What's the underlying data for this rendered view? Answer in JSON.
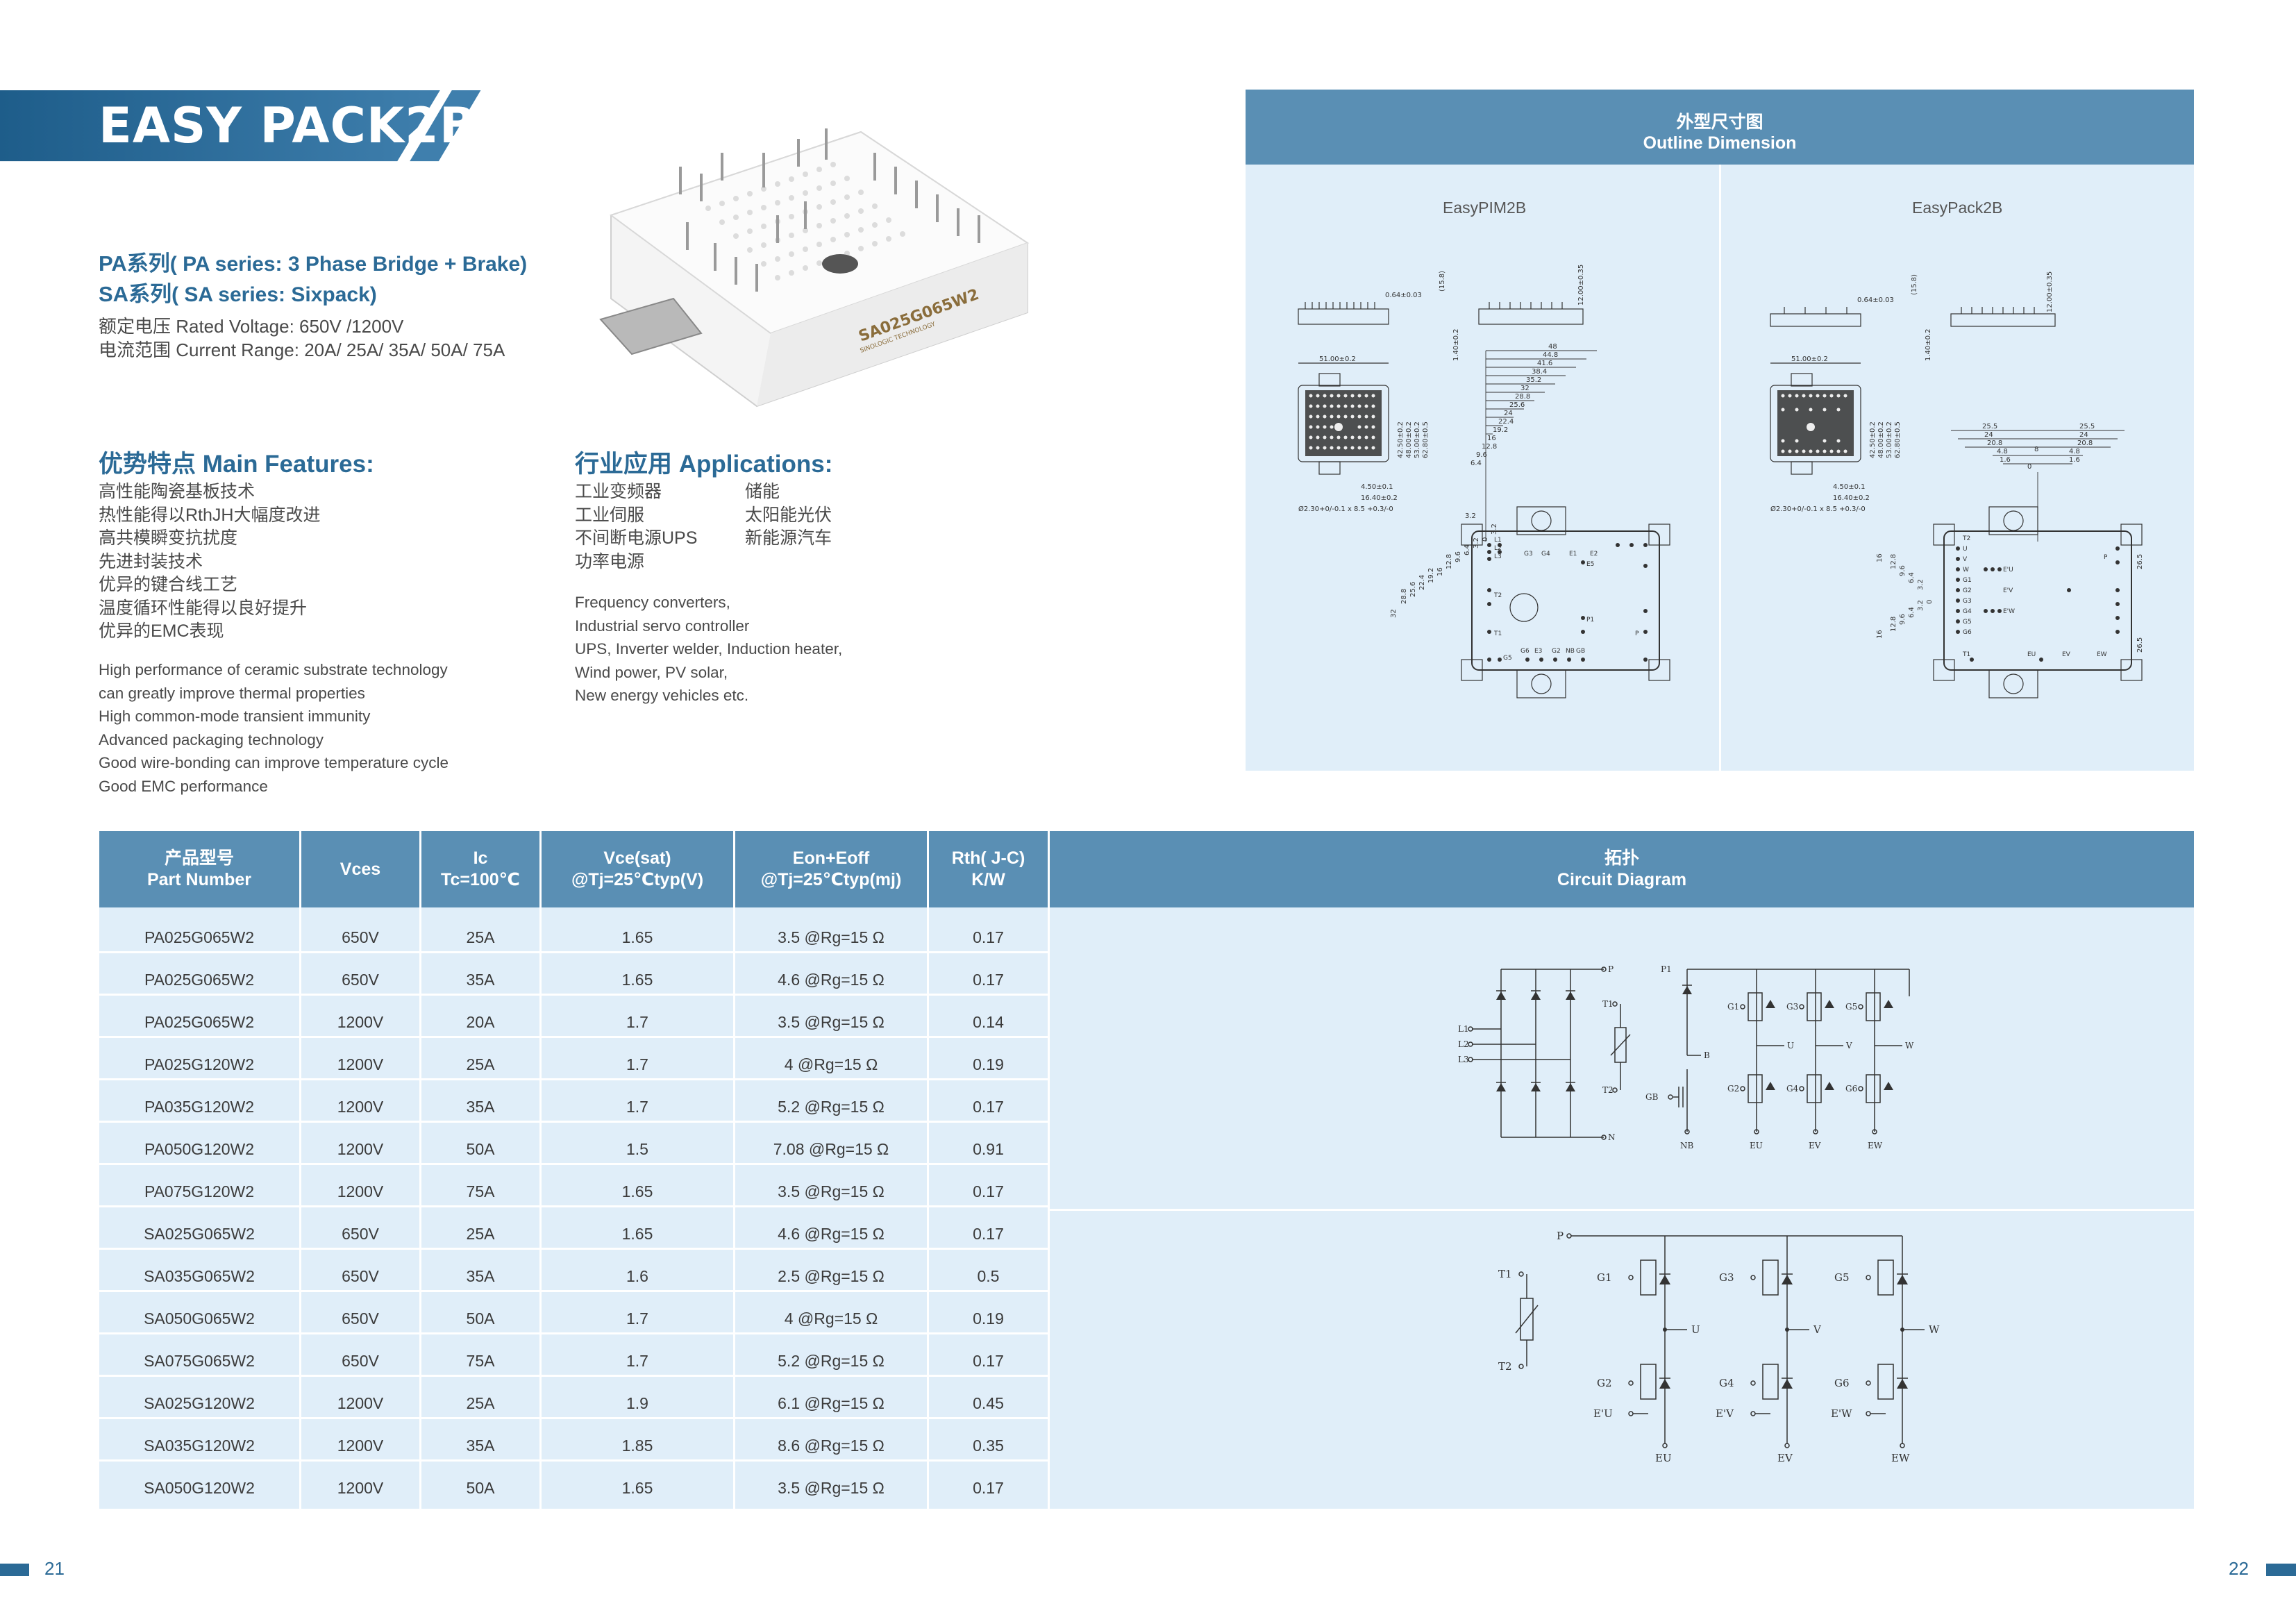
{
  "title": "EASY PACK2B",
  "series": [
    {
      "cn": "PA系列",
      "en": "( PA series: 3 Phase Bridge + Brake)"
    },
    {
      "cn": "SA系列",
      "en": "( SA series: Sixpack)"
    }
  ],
  "specs": [
    "额定电压 Rated Voltage:  650V /1200V",
    "电流范围 Current Range: 20A/ 25A/ 35A/ 50A/ 75A"
  ],
  "product_marking": {
    "part": "SA025G065W2",
    "sub": "SINOLOGIC TECHNOLOGY"
  },
  "features": {
    "title": "优势特点 Main Features:",
    "cn": [
      "高性能陶瓷基板技术",
      "热性能得以RthJH大幅度改进",
      "高共模瞬变抗扰度",
      "先进封装技术",
      "优异的键合线工艺",
      "温度循环性能得以良好提升",
      "优异的EMC表现"
    ],
    "en": [
      "High  performance  of  ceramic  substrate  technology",
      "can greatly improve thermal properties",
      "High common-mode transient immunity",
      "Advanced packaging technology",
      "Good wire-bonding can improve temperature cycle",
      "Good EMC performance"
    ]
  },
  "applications": {
    "title": "行业应用 Applications:",
    "cn_col1": [
      "工业变频器",
      "工业伺服",
      "不间断电源UPS",
      "功率电源"
    ],
    "cn_col2": [
      "储能",
      "太阳能光伏",
      "新能源汽车"
    ],
    "en": [
      "Frequency converters,",
      "Industrial servo controller",
      "UPS, Inverter welder, Induction heater,",
      "Wind power, PV solar,",
      "New energy vehicles etc."
    ]
  },
  "outline": {
    "title_cn": "外型尺寸图",
    "title_en": "Outline Dimension",
    "left_label": "EasyPIM2B",
    "right_label": "EasyPack2B",
    "dims": {
      "top1": "0.64±0.03",
      "top2": "(15.8)",
      "top3": "12.00±0.35",
      "top4": "1.40±0.2",
      "w51": "51.00±0.2",
      "h4": "4.50±0.1",
      "h16": "16.40±0.2",
      "pin": "Ø2.30+0/-0.1  x  8.5  +0.3/-0",
      "v1": "42.50±0.2",
      "v2": "48.00±0.2",
      "v3": "53.00±0.2",
      "v4": "62.80±0.5",
      "pim_right": [
        "48",
        "44.8",
        "41.6",
        "38.4",
        "35.2",
        "32",
        "28.8",
        "25.6",
        "24",
        "22.4",
        "19.2",
        "16",
        "12.8",
        "9.6",
        "6.4",
        "3.2"
      ],
      "pim_left": [
        "3.2",
        "0",
        "3.2",
        "6.4",
        "9.6",
        "12.8",
        "16",
        "19.2",
        "22.4",
        "25.6",
        "28.8",
        "32"
      ],
      "pack_top": [
        "25.5",
        "24",
        "20.8",
        "4.8",
        "1.6",
        "25.5",
        "24",
        "20.8",
        "4.8",
        "1.6",
        "8",
        "0"
      ],
      "pack_left": [
        "16",
        "12.8",
        "9.6",
        "6.4",
        "3.2",
        "0",
        "3.2",
        "6.4",
        "9.6",
        "12.8",
        "16"
      ],
      "pack_right": [
        "26.5",
        "26.5"
      ]
    },
    "pin_labels_pim": [
      "L1",
      "L2",
      "L3",
      "G3",
      "G4",
      "E1",
      "E2",
      "G5",
      "G6",
      "E3",
      "G2",
      "NB",
      "GB",
      "T1",
      "T2",
      "E5",
      "P1",
      "P"
    ],
    "pin_labels_pack": [
      "T2",
      "U",
      "V",
      "W",
      "G1",
      "G2",
      "G3",
      "G4",
      "G5",
      "G6",
      "E'U",
      "E'V",
      "E'W",
      "T1",
      "P",
      "EU",
      "EV",
      "EW"
    ]
  },
  "table": {
    "headers": [
      {
        "cn": "产品型号",
        "en": "Part Number"
      },
      {
        "cn": "Vces",
        "en": ""
      },
      {
        "cn": "Ic",
        "en": "Tc=100℃"
      },
      {
        "cn": "Vce(sat)",
        "en": "@Tj=25℃typ(V)"
      },
      {
        "cn": "Eon+Eoff",
        "en": "@Tj=25℃typ(mj)"
      },
      {
        "cn": "Rth( J-C)",
        "en": "K/W"
      },
      {
        "cn": "拓扑",
        "en": "Circuit Diagram"
      }
    ],
    "rows": [
      [
        "PA025G065W2",
        "650V",
        "25A",
        "1.65",
        "3.5 @Rg=15 Ω",
        "0.17"
      ],
      [
        "PA025G065W2",
        "650V",
        "35A",
        "1.65",
        "4.6 @Rg=15 Ω",
        "0.17"
      ],
      [
        "PA025G065W2",
        "1200V",
        "20A",
        "1.7",
        "3.5 @Rg=15 Ω",
        "0.14"
      ],
      [
        "PA025G120W2",
        "1200V",
        "25A",
        "1.7",
        "4 @Rg=15 Ω",
        "0.19"
      ],
      [
        "PA035G120W2",
        "1200V",
        "35A",
        "1.7",
        "5.2 @Rg=15 Ω",
        "0.17"
      ],
      [
        "PA050G120W2",
        "1200V",
        "50A",
        "1.5",
        "7.08 @Rg=15 Ω",
        "0.91"
      ],
      [
        "PA075G120W2",
        "1200V",
        "75A",
        "1.65",
        "3.5 @Rg=15 Ω",
        "0.17"
      ],
      [
        "SA025G065W2",
        "650V",
        "25A",
        "1.65",
        "4.6 @Rg=15 Ω",
        "0.17"
      ],
      [
        "SA035G065W2",
        "650V",
        "35A",
        "1.6",
        "2.5 @Rg=15 Ω",
        "0.5"
      ],
      [
        "SA050G065W2",
        "650V",
        "50A",
        "1.7",
        "4 @Rg=15 Ω",
        "0.19"
      ],
      [
        "SA075G065W2",
        "650V",
        "75A",
        "1.7",
        "5.2 @Rg=15 Ω",
        "0.17"
      ],
      [
        "SA025G120W2",
        "1200V",
        "25A",
        "1.9",
        "6.1 @Rg=15 Ω",
        "0.45"
      ],
      [
        "SA035G120W2",
        "1200V",
        "35A",
        "1.85",
        "8.6 @Rg=15 Ω",
        "0.35"
      ],
      [
        "SA050G120W2",
        "1200V",
        "50A",
        "1.65",
        "3.5 @Rg=15 Ω",
        "0.17"
      ]
    ]
  },
  "circuit_pa": {
    "labels": {
      "P": "P",
      "P1": "P1",
      "N": "N",
      "L1": "L1",
      "L2": "L2",
      "L3": "L3",
      "T1": "T1",
      "T2": "T2",
      "B": "B",
      "GB": "GB",
      "NB": "NB",
      "G1": "G1",
      "G2": "G2",
      "G3": "G3",
      "G4": "G4",
      "G5": "G5",
      "G6": "G6",
      "U": "U",
      "V": "V",
      "W": "W",
      "EU": "EU",
      "EV": "EV",
      "EW": "EW"
    }
  },
  "circuit_sa": {
    "labels": {
      "P": "P",
      "T1": "T1",
      "T2": "T2",
      "G1": "G1",
      "G2": "G2",
      "G3": "G3",
      "G4": "G4",
      "G5": "G5",
      "G6": "G6",
      "U": "U",
      "V": "V",
      "W": "W",
      "EpU": "E'U",
      "EpV": "E'V",
      "EpW": "E'W",
      "EU": "EU",
      "EV": "EV",
      "EW": "EW"
    }
  },
  "page_numbers": {
    "left": "21",
    "right": "22"
  },
  "colors": {
    "accent": "#2b6a96",
    "header": "#5a8fb4",
    "panel": "#e0eef9"
  }
}
